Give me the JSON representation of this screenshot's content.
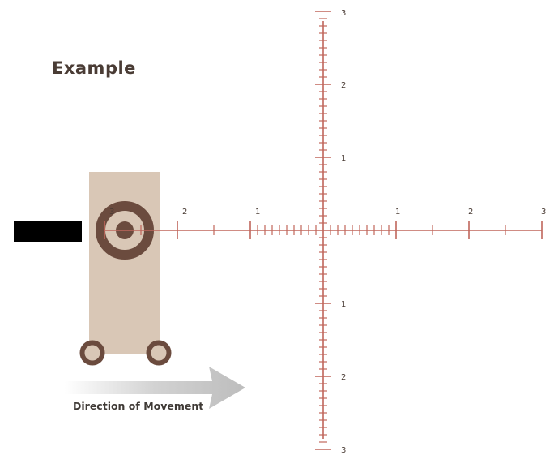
{
  "title": "Example",
  "caption": "Direction of Movement",
  "horizontal_axis": {
    "left_labels": [
      "3",
      "2",
      "1"
    ],
    "right_labels": [
      "1",
      "2",
      "3"
    ]
  },
  "vertical_axis": {
    "top_labels": [
      "3",
      "2",
      "1"
    ],
    "bottom_labels": [
      "1",
      "2",
      "3"
    ]
  },
  "colors": {
    "axis": "#c0665b",
    "target_ring": "#6b4b3e",
    "cart_body": "#d9c7b6",
    "wheel_fill": "#d9c7b6",
    "wheel_ring": "#6b4b3e",
    "bar": "#000000",
    "arrow": "#c9c9c9"
  }
}
